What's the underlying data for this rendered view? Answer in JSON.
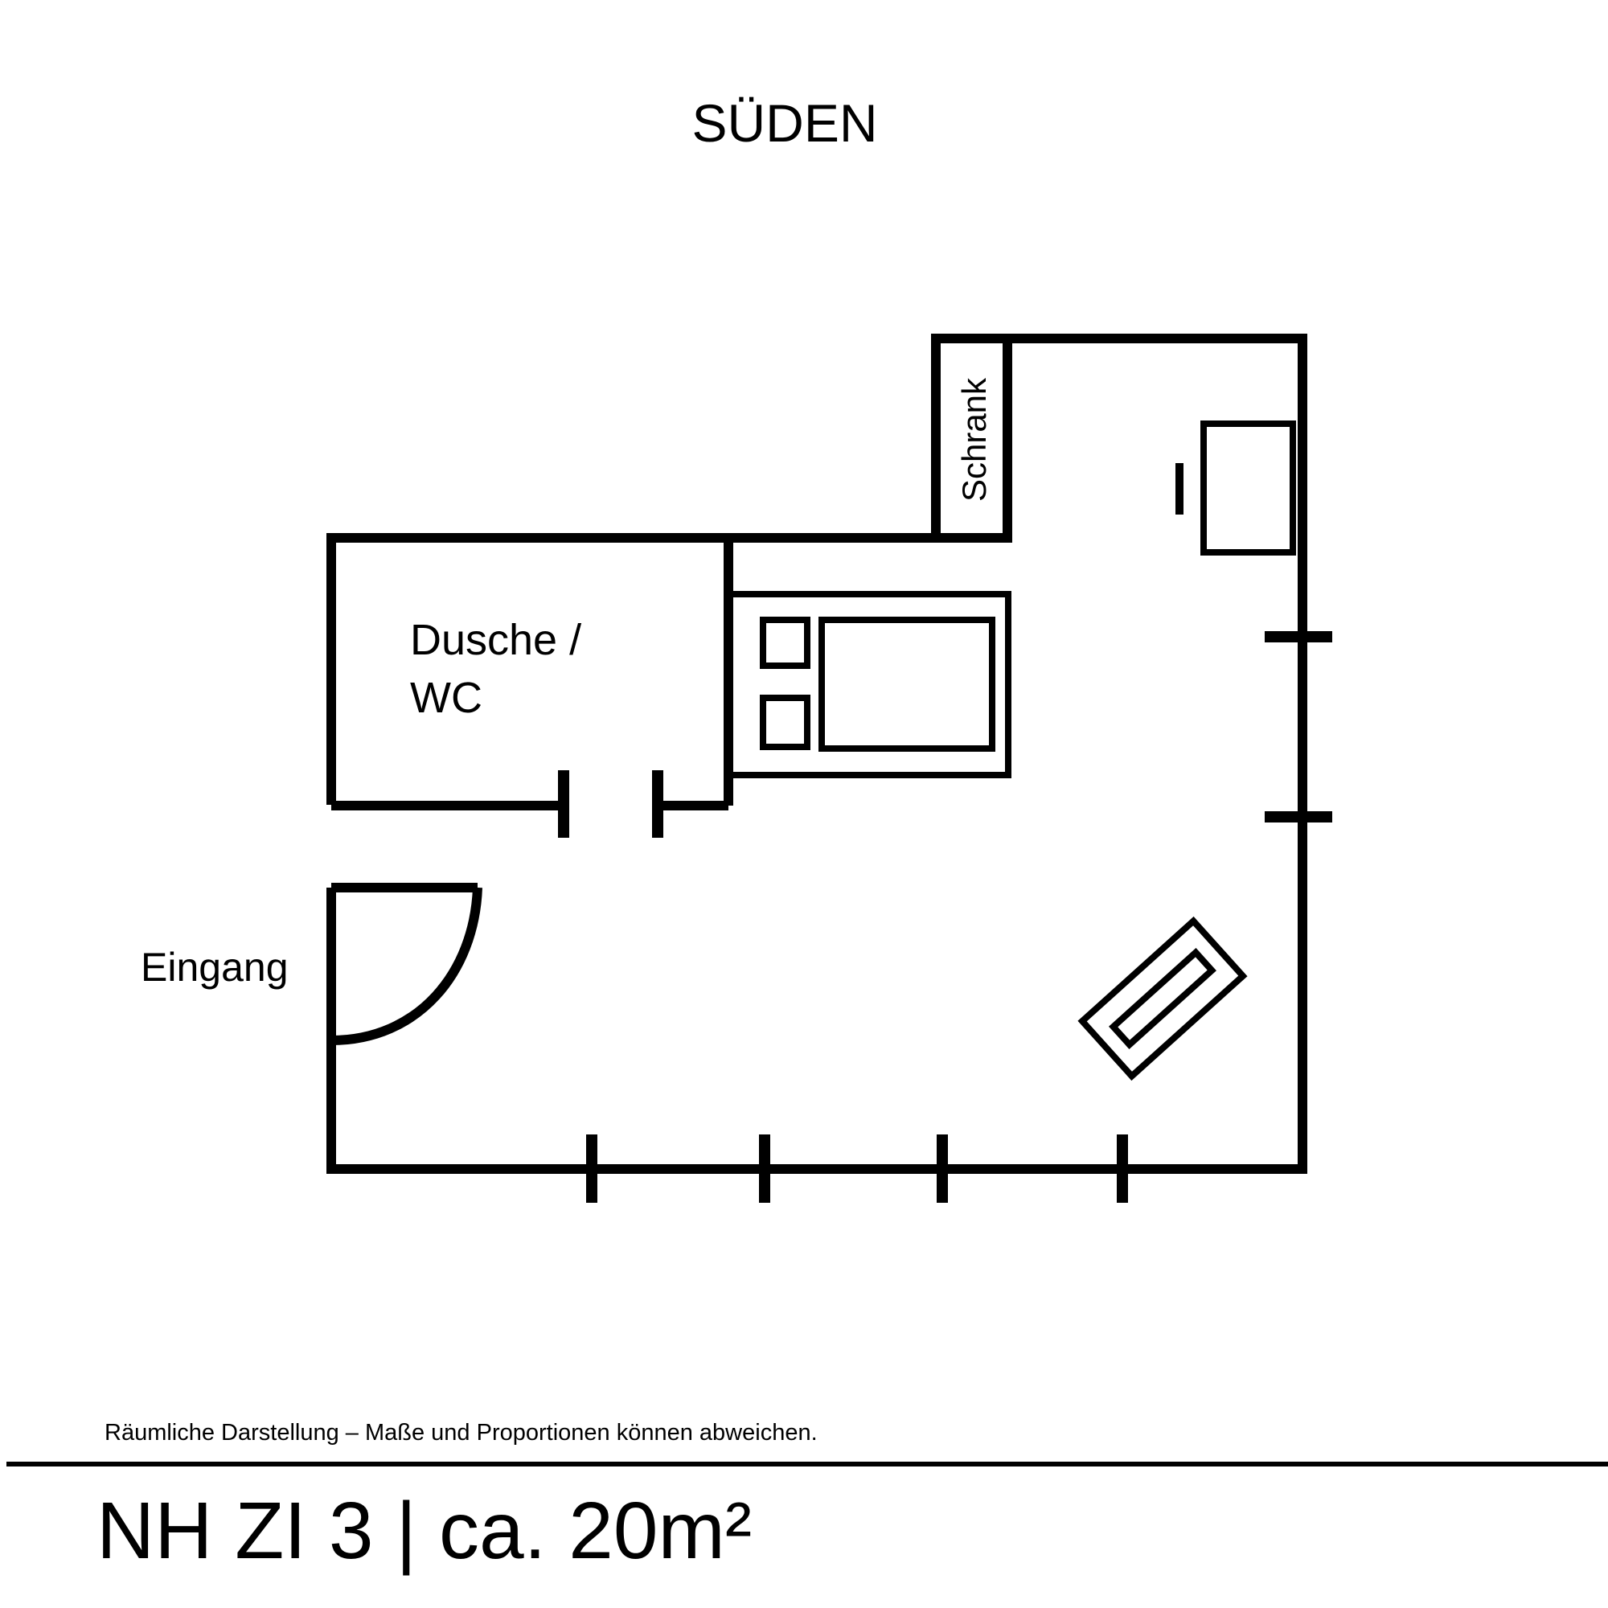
{
  "orientation_label": "SÜDEN",
  "rooms": {
    "bathroom": {
      "label_line1": "Dusche /",
      "label_line2": "WC"
    },
    "wardrobe": {
      "label": "Schrank"
    },
    "entrance": {
      "label": "Eingang"
    }
  },
  "disclaimer": "Räumliche Darstellung – Maße und Proportionen können abweichen.",
  "plan_title": "NH ZI 3 | ca. 20m²",
  "icons": [
    "door-swing-icon",
    "bed-icon",
    "desk-icon",
    "chair-icon",
    "rug-icon",
    "window-marker-icon"
  ]
}
